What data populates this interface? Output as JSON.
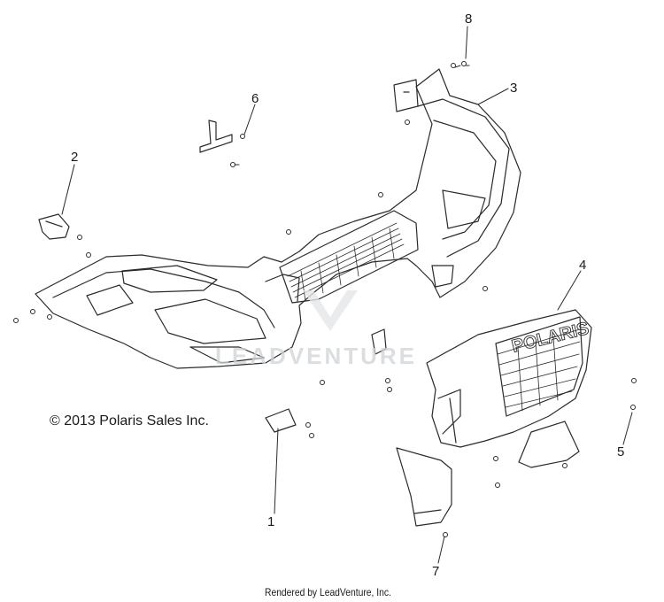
{
  "diagram": {
    "callouts": [
      {
        "id": "1",
        "label": "1"
      },
      {
        "id": "2",
        "label": "2"
      },
      {
        "id": "3",
        "label": "3"
      },
      {
        "id": "4",
        "label": "4"
      },
      {
        "id": "5",
        "label": "5"
      },
      {
        "id": "6",
        "label": "6"
      },
      {
        "id": "7",
        "label": "7"
      },
      {
        "id": "8",
        "label": "8"
      }
    ],
    "copyright": "© 2013 Polaris Sales Inc.",
    "footer": "Rendered by LeadVenture, Inc.",
    "watermark": "LEADVENTURE",
    "grille_logo": "POLARIS"
  },
  "colors": {
    "line": "#2a2a2a",
    "watermark": "#cfd3d6"
  }
}
